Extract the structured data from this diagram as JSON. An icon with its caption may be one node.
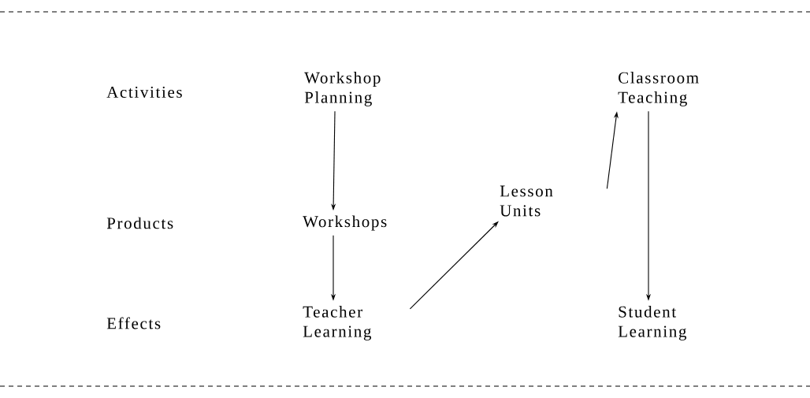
{
  "diagram": {
    "nodes": [
      {
        "text": [
          "Workshop Planning"
        ]
      },
      {
        "text": [
          "Workshops"
        ]
      },
      {
        "text": [
          "Teacher Learning"
        ]
      },
      {
        "text": [
          "Lesson Units"
        ]
      },
      {
        "text": [
          "Classroom Teaching"
        ]
      },
      {
        "text": [
          "Student Learning"
        ]
      }
    ],
    "edges": [
      {
        "from": 0,
        "to": 1,
        "arrow": "to"
      },
      {
        "from": 1,
        "to": 2,
        "arrow": "to"
      },
      {
        "from": 2,
        "to": 3,
        "arrow": "to"
      },
      {
        "from": 3,
        "to": 4,
        "arrow": "to"
      },
      {
        "from": 4,
        "to": 5,
        "arrow": "to"
      }
    ],
    "labels": [
      "Activities",
      "Products",
      "Effects"
    ]
  }
}
